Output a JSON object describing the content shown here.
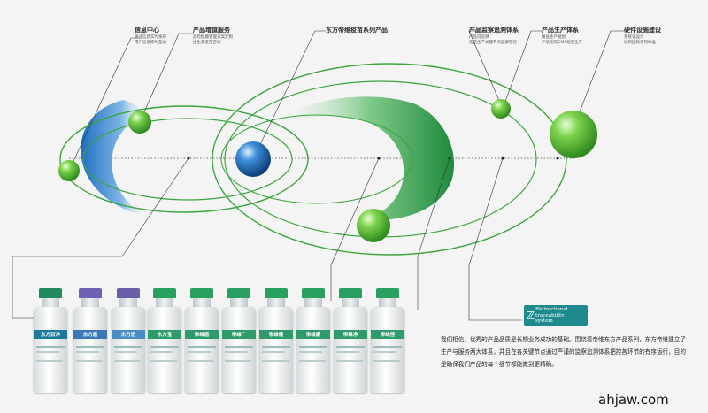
{
  "nodes": [
    {
      "id": "info-center",
      "title": "信息中心",
      "desc": [
        "随业信息实时发布",
        "用户信息即时互动"
      ]
    },
    {
      "id": "value-added",
      "title": "产品增值服务",
      "desc": [
        "巡检健康管理方案定制",
        "出生及疫苗咨询"
      ]
    },
    {
      "id": "vaccine-products",
      "title": "东方帝维疫苗系列产品",
      "desc": []
    },
    {
      "id": "monitoring",
      "title": "产品监察追溯体系",
      "desc": [
        "产品可追溯",
        "疫苗生产关键节点监察管控"
      ]
    },
    {
      "id": "production",
      "title": "产品生产体系",
      "desc": [
        "精益生产规划",
        "严格按照GMP规范生产"
      ]
    },
    {
      "id": "hardware",
      "title": "硬件设施建设",
      "desc": [
        "系统化设计",
        "达到国际系列标准"
      ]
    }
  ],
  "bottles": [
    {
      "name": "东方百净",
      "cap": "#1f8a5a",
      "band": "#1e7a9a"
    },
    {
      "name": "东方盾",
      "cap": "#6e62b5",
      "band": "#3c78b8"
    },
    {
      "name": "东方迅",
      "cap": "#6a5ea8",
      "band": "#4b8bc4"
    },
    {
      "name": "东方宝",
      "cap": "#29a062",
      "band": "#2f9a6a"
    },
    {
      "name": "帝维盾",
      "cap": "#29a062",
      "band": "#2f9a6a"
    },
    {
      "name": "帝维广",
      "cap": "#29a062",
      "band": "#2f9a6a"
    },
    {
      "name": "帝维健",
      "cap": "#29a062",
      "band": "#2f9a6a"
    },
    {
      "name": "帝维康",
      "cap": "#29a062",
      "band": "#2f9a6a"
    },
    {
      "name": "帝维净",
      "cap": "#29a062",
      "band": "#2f9a6a"
    },
    {
      "name": "帝维佳",
      "cap": "#29a062",
      "band": "#2f9a6a"
    }
  ],
  "traceability": {
    "line1": "Bidirectional",
    "line2": "traceability",
    "line3": "system"
  },
  "paragraph": "我们相信，优秀的产品品质是长期业务成功的基础。围绕着帝维东方产品系列，东方帝维建立了生产与服务两大体系，并且在各关键节点通过严谨的监察追溯体系把控各环节的有序运行，目的是确保我们产品的每个细节都能做到更精确。",
  "watermark": "ahjaw.com",
  "colors": {
    "green": "#3aa63c",
    "blue": "#1f6fbf",
    "teal": "#1f8a8e"
  }
}
